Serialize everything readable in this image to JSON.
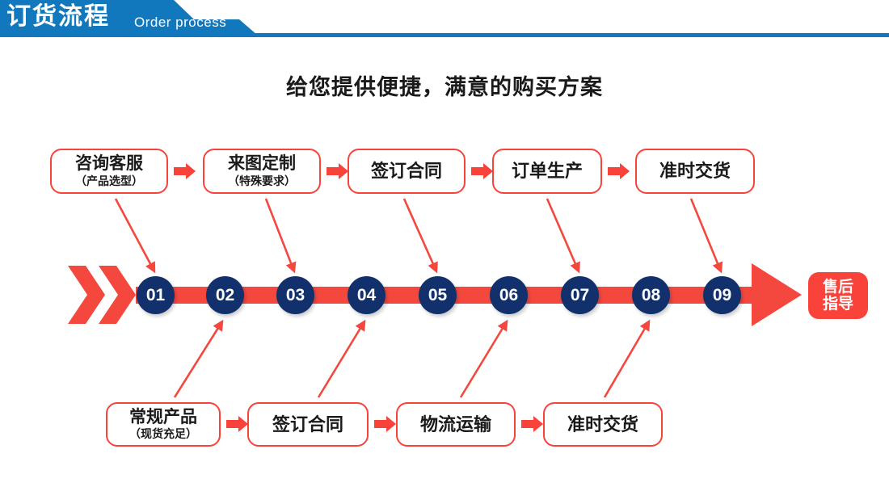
{
  "header": {
    "title_cn": "订货流程",
    "title_en": "Order process",
    "bar_color": "#1178bd"
  },
  "subtitle": "给您提供便捷，满意的购买方案",
  "colors": {
    "blue": "#1178bd",
    "navy": "#12306c",
    "red": "#f4483f",
    "red_border": "#f9423a",
    "text": "#1a1a1a"
  },
  "top_row": [
    {
      "main": "咨询客服",
      "sub": "（产品选型）"
    },
    {
      "main": "来图定制",
      "sub": "（特殊要求）"
    },
    {
      "main": "签订合同",
      "sub": ""
    },
    {
      "main": "订单生产",
      "sub": ""
    },
    {
      "main": "准时交货",
      "sub": ""
    }
  ],
  "bottom_row": [
    {
      "main": "常规产品",
      "sub": "（现货充足）"
    },
    {
      "main": "签订合同",
      "sub": ""
    },
    {
      "main": "物流运输",
      "sub": ""
    },
    {
      "main": "准时交货",
      "sub": ""
    }
  ],
  "timeline": {
    "steps": [
      "01",
      "02",
      "03",
      "04",
      "05",
      "06",
      "07",
      "08",
      "09"
    ],
    "end_label_line1": "售后",
    "end_label_line2": "指导"
  }
}
